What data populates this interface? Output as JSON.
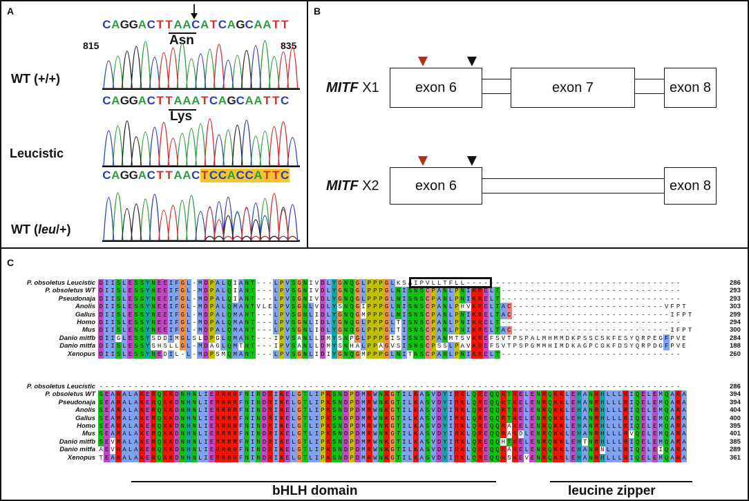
{
  "panel_a": {
    "label": "A",
    "sequences": [
      "CAGGACTTAACATCAGCAATT",
      "CAGGACTTAAATCAGCAATTC",
      "CAGGACTTAACTCCACCATTC"
    ],
    "codon_top": "Asn",
    "codon_mid": "Lys",
    "pos_start": "815",
    "pos_end": "835",
    "samples": {
      "wt_hom": "WT (+/+)",
      "leucistic": "Leucistic",
      "wt_het_prefix": "WT (",
      "wt_het_italic": "leu",
      "wt_het_suffix": "/+)"
    },
    "colors": {
      "A": "#2e9e3e",
      "C": "#2b3fb5",
      "G": "#222222",
      "T": "#d22e2e",
      "highlight": "#f2c531"
    }
  },
  "panel_b": {
    "label": "B",
    "x1_gene": "MITF",
    "x1_suffix": " X1",
    "x2_gene": "MITF",
    "x2_suffix": " X2",
    "exon6": "exon 6",
    "exon7": "exon 7",
    "exon8": "exon 8",
    "marker_colors": {
      "red": "#b5311c",
      "black": "#111111"
    }
  },
  "panel_c": {
    "label": "C",
    "block1": {
      "species": [
        "P. obsoletus Leucistic",
        "P. obsoletus WT",
        "Pseudonaja",
        "Anolis",
        "Gallus",
        "Homo",
        "Mus",
        "Danio mitfb",
        "Danio mitfa",
        "Xenopus"
      ],
      "sequences": [
        "DIISLESSYNEEIFGL-MDPALQIANT---LPVSGNIVDLYGNQGLPPPGLKSAIPVLLTFLL-------------------------------------",
        "DIISLESSYNEEIFGL-MDPALQIANT---LPVSGNIVDLYGNQGLPPPGLNISNSCPANLPNIKRELT-------------------------------",
        "DIISLESSYNEEIFGL-MDPALQIANT---LPVSGNIVDLYGNQGLPPPGLNISNSCPANLPNIKRELT-------------------------------",
        "DIISLESSYNEEIFGL-MDPALQMANTVLELPVSGNLVDLYSNQGIPPPGLNISNSCPANLPHVKRELTAC--------------------------VFPT",
        "DIISLESSYNEEIFGL-MDPALQMANT---LPVSGNLIDLYGNQGMPPPGLNISNSCPANLPNIKRELTAC---------------------------IFPT",
        "DIISLESSYNEEIFGL-MDPALQMANT---LPVSGNLIDLYGNQGLPPPGLTISNSCPANLPNIKRELT-------------------------------",
        "DIISLESSYNEEIFGL-MDPALQMANT---LPVSGNLIDLYGNQGLPPPGLTISNSCPANLPNIKRELTAC---------------------------IFPT",
        "DIIGLESSYSDDIMGLSLDPGLQMANT---IPVSANLLDMYSNPGLPPPGISISNSCPANMTSVKREFSVTPSPALMHMMDKPSSCSKFESYQRPEGFPVE",
        "DIISLESSYSHSLLGL-MDAGLQMTNT---IPVSANLLDMYSNHALPPAGVSISNSCPSSLPAVKREFSVTPSPGMMHIMDKAGPCGKFDSYQRPDGFPVE",
        "DIISLESSYNEDIL-L-MDPSMQMANT---LPVSGNLIDIYGNQGMPPPGLNITNSCPANLPNIKRELT-------------------------------"
      ],
      "counts": [
        "286",
        "293",
        "293",
        "303",
        "299",
        "294",
        "300",
        "284",
        "188",
        "260"
      ]
    },
    "block2": {
      "species": [
        "P. obsoletus Leucistic",
        "P. obsoletus WT",
        "Pseudonaja",
        "Anolis",
        "Gallus",
        "Homo",
        "Mus",
        "Danio mitfb",
        "Danio mitfa",
        "Xenopus"
      ],
      "sequences": [
        "----------------------------------------------------------------------------------------------------",
        "SEARALAKERQKKDNHNLIERRRRFNINDRIKELGTLIPKSNDPDMRWNKGTILKASVDYIRKLQREQQRTKELENRQKKLEHANRHLLLRIQELEMQARA",
        "SEARALAKERQKKDNHNLIERRRRFNINDRIKELGTLIPKSNDPDMRWNKGTILKASVDYIRKLQREQQRTKELENRQKKLEHANRHLLLRIQELEMQARA",
        "SEARALAKERQKKDNHNLIERRRRFNINDRIKELGTLIPKSNDPDMRWNKGTILKASVDYIRKLQREQQRTKELENRQKKLEHANRHLLLRIQELEMQARA",
        "SEARALAKERQKKDNHNLIERRRRFNINDRIKELGTLIPKSNDPDMRWNKGTILKASVDYIRKLQREQQRTKELENRQKKLEHANRHLLLRIQELEMQARA",
        "SEARALAKERQKKDNHNLIERRRRFNINDRIKELGTLIPKSNDPDMRWNKGTILKASVDYIRKLQREQQRAKELENRQKKLEHANRHLLLRIQELEMQARA",
        "SEARALAKERQKKDNHNLIERRRRFNINDRIKELGTLIPKSNDPDMRWNKGTILKASVDYIRKLQREQQRAKDLENRQKKLEHANRHLLLRVQELEMQARA",
        "SEVRALAKERQKKDNHNLIERRRRFNINDRIKELGTLIPKSNDPDMRWNKGTILKASVDYIRKLQREQQHTKELENRQKKLEHTNRHLLLRIQELEMQARA",
        "AEVRALAKERQKKDNHNLIERRRRFNINDRIKELGTLIPKSNDPDMRWNKGTILKASVDYIRKLQREQQRAKELENRQKKLEHANRNLLLRIQELEIQARA",
        "TEARALAKERQKKDNHNLIERRRRFNINDRIKELGTLIPKSNDPDMRWNKGTILKASVDYIRKLQREQQRSKEVENRQKKLEHANRHLLLRIQELEMQARA"
      ],
      "counts": [
        "286",
        "394",
        "394",
        "404",
        "400",
        "395",
        "401",
        "385",
        "289",
        "361"
      ]
    },
    "bhlh_label": "bHLH domain",
    "lz_label": "leucine zipper"
  }
}
